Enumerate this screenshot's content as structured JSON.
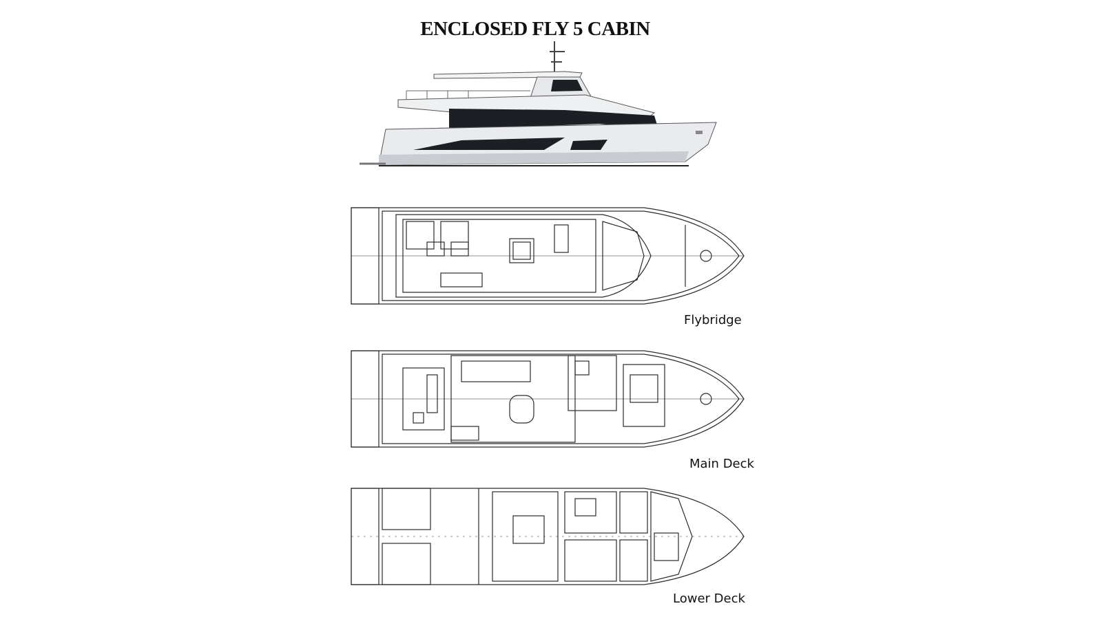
{
  "title": "ENCLOSED FLY 5 CABIN",
  "decks": [
    {
      "label": "Flybridge"
    },
    {
      "label": "Main Deck"
    },
    {
      "label": "Lower Deck"
    }
  ],
  "colors": {
    "hull": "#e9ebee",
    "hull_shadow": "#b9bdc3",
    "glass": "#1c1f24",
    "line": "#2a2a2a",
    "text": "#111111"
  }
}
